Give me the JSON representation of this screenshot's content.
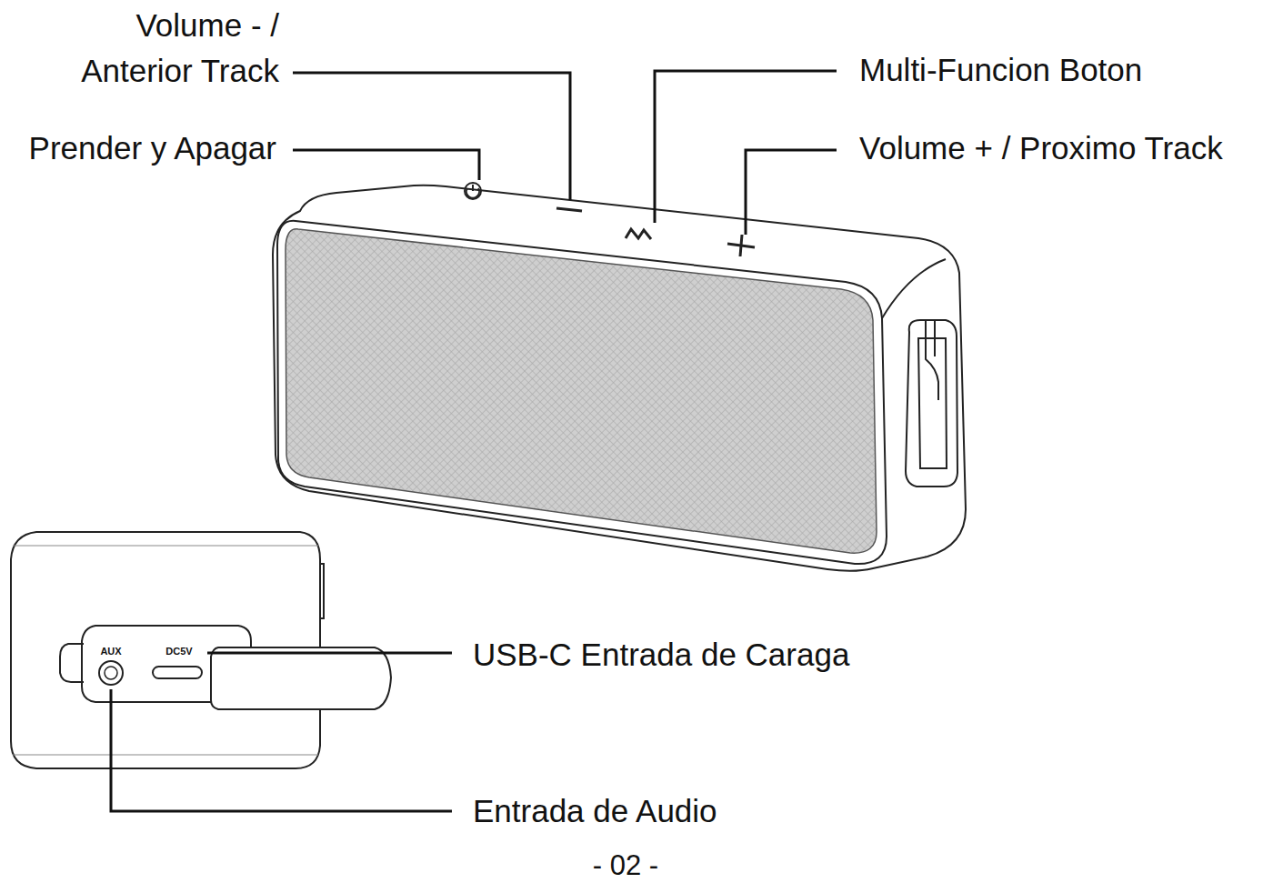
{
  "diagram": {
    "labels": [
      "Volume - / Anterior Track",
      "Prender y Apagar",
      "Multi-Funcion Boton",
      "Volume + / Proximo Track",
      "AUX",
      "DC5V",
      "USB-C Entrada de Caraga",
      "Entrada de Audio",
      "- 02 -"
    ]
  }
}
